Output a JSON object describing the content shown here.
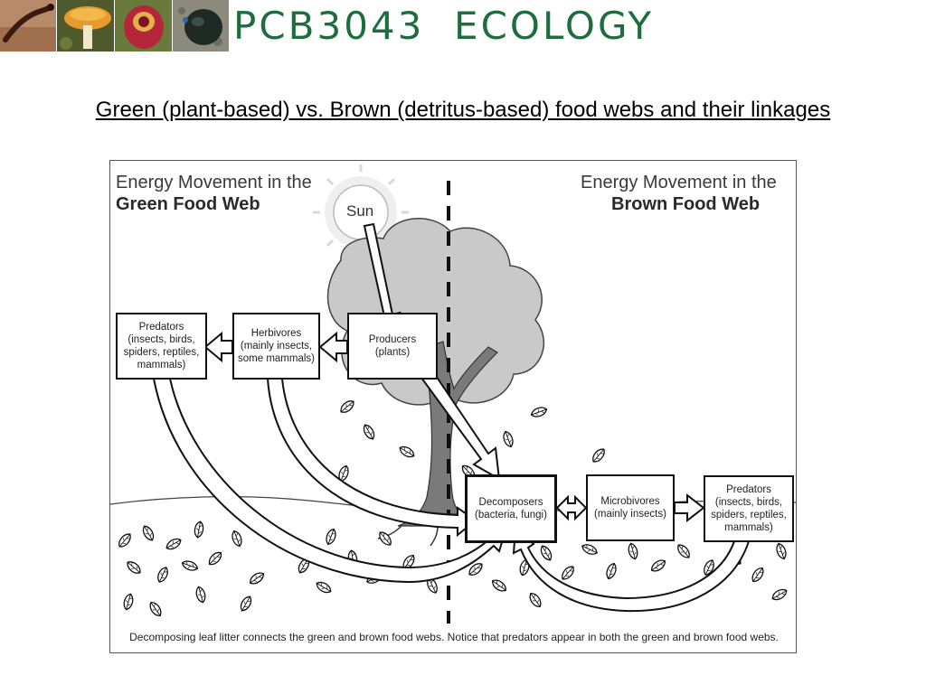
{
  "header": {
    "course_title": "PCB3043  ECOLOGY",
    "thumbnails": [
      "salamander-photo",
      "mushroom-photo",
      "pitcher-plant-photo",
      "beetle-photo"
    ]
  },
  "slide": {
    "subtitle": "Green (plant-based) vs. Brown (detritus-based) food webs and their linkages"
  },
  "figure": {
    "left_heading_line1": "Energy Movement in the",
    "left_heading_line2": "Green Food Web",
    "right_heading_line1": "Energy Movement in the",
    "right_heading_line2": "Brown Food Web",
    "sun_label": "Sun",
    "boxes": {
      "green_predators": "Predators (insects, birds, spiders, reptiles, mammals)",
      "herbivores": "Herbivores (mainly insects, some mammals)",
      "producers": "Producers (plants)",
      "decomposers": "Decomposers (bacteria, fungi)",
      "microbivores": "Microbivores (mainly insects)",
      "brown_predators": "Predators (insects, birds, spiders, reptiles, mammals)"
    },
    "caption": "Decomposing leaf litter connects the green and brown food webs. Notice that predators appear in both the green and brown food webs."
  },
  "colors": {
    "title_green": "#1d6e3c",
    "tree_canopy": "#c9c9c9",
    "tree_trunk": "#7a7a7a",
    "arrow_fill": "#ffffff",
    "arrow_stroke": "#111111"
  }
}
